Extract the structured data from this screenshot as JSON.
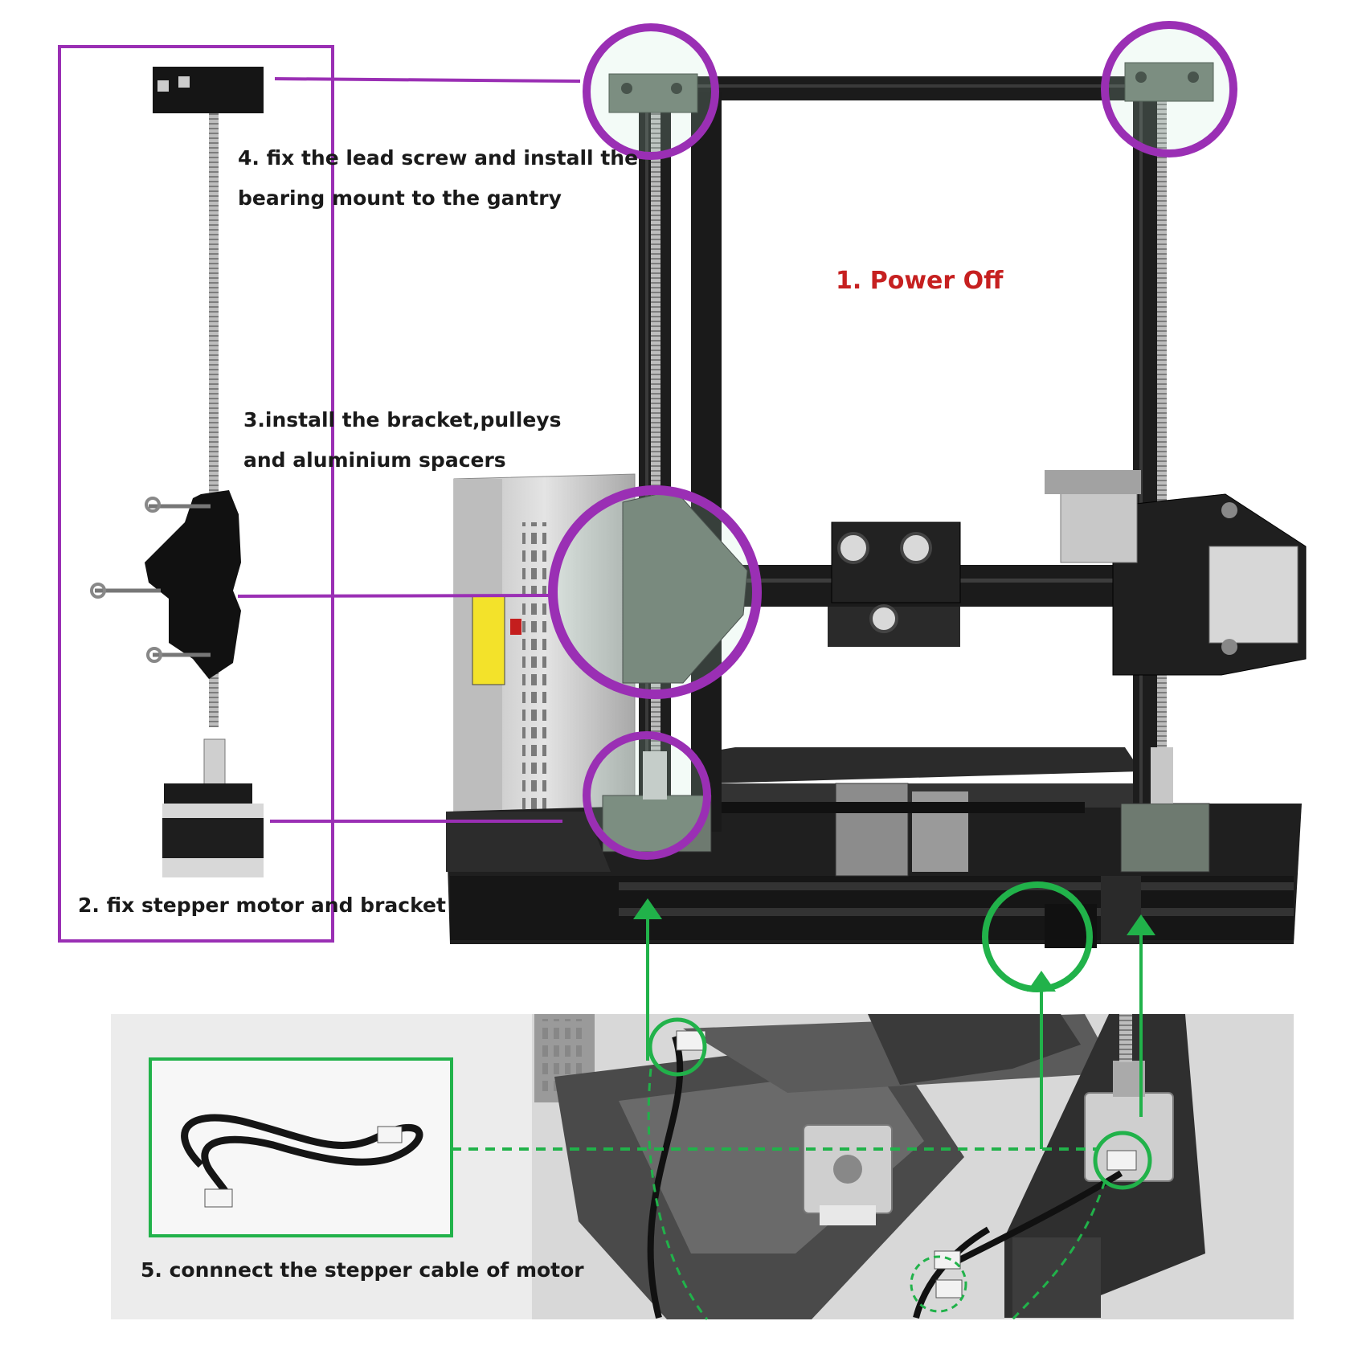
{
  "colors": {
    "purple": "#9a2fb4",
    "green": "#21b24a",
    "power_red": "#c62020",
    "frame_dark": "#1d1d1d",
    "bracket_grey": "#6e7a70",
    "psu_silver": "#c9c9c9"
  },
  "icons": {
    "callout_circle": "purple-circle-icon",
    "detail_circle": "green-circle-icon",
    "up_arrow": "arrow-up-icon"
  },
  "labels": {
    "power_off": "1. Power Off",
    "step2": "2. fix stepper motor and bracket",
    "step3_line1": "3.install the bracket,pulleys",
    "step3_line2": "and aluminium spacers",
    "step4_line1": "4. fix the lead screw and install the",
    "step4_line2": "bearing mount to the gantry",
    "step5": "5. connnect the stepper cable of motor"
  }
}
